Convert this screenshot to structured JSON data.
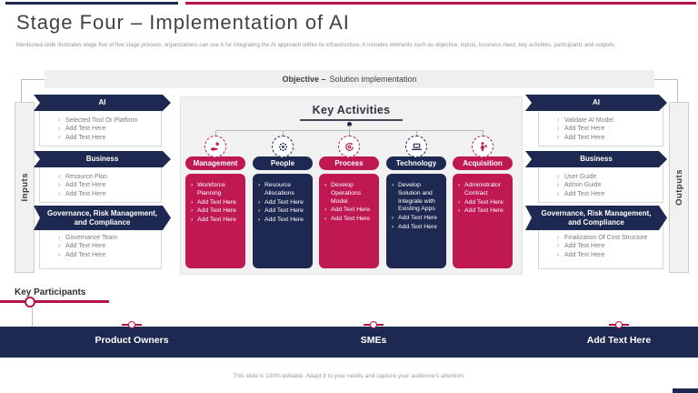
{
  "slide": {
    "title": "Stage Four – Implementation of AI",
    "subtitle": "Mentioned slide illustrates stage five of five stage process, organizations can use it for integrating the AI approach within its infrastructure. It includes elements such as objective, inputs, business need, key activities, participants and outputs.",
    "footer": "This slide is 100% editable. Adapt it to your needs and capture your audience's attention."
  },
  "objective": {
    "label": "Objective –",
    "value": "Solution implementation"
  },
  "inputs": {
    "label": "Inputs",
    "sections": [
      {
        "title": "AI",
        "items": [
          "Selected Tool Or Platform",
          "Add Text Here",
          "Add Text Here"
        ]
      },
      {
        "title": "Business",
        "items": [
          "Resource Plan",
          "Add Text Here",
          "Add Text Here"
        ]
      },
      {
        "title": "Governance, Risk Management, and Compliance",
        "items": [
          "Governance Team",
          "Add Text Here",
          "Add Text Here"
        ]
      }
    ]
  },
  "outputs": {
    "label": "Outputs",
    "sections": [
      {
        "title": "AI",
        "items": [
          "Validate AI Model",
          "Add Text Here",
          "Add Text Here"
        ]
      },
      {
        "title": "Business",
        "items": [
          "User Guide",
          "Admin Guide",
          "Add Text Here"
        ]
      },
      {
        "title": "Governance, Risk Management, and Compliance",
        "items": [
          "Finalization Of Cost Structure",
          "Add Text Here",
          "Add Text Here"
        ]
      }
    ]
  },
  "key_activities": {
    "title": "Key Activities",
    "columns": [
      {
        "label": "Management",
        "icon": "hand-coins-icon",
        "color": "crimson",
        "items": [
          "Workforce Planning",
          "Add Text Here",
          "Add Text Here",
          "Add Text Here"
        ]
      },
      {
        "label": "People",
        "icon": "people-group-icon",
        "color": "navy",
        "items": [
          "Resource Allocations",
          "Add Text Here",
          "Add Text Here",
          "Add Text Here"
        ]
      },
      {
        "label": "Process",
        "icon": "process-cycle-icon",
        "color": "crimson",
        "items": [
          "Develop Operations Model",
          "Add Text Here",
          "Add Text Here"
        ]
      },
      {
        "label": "Technology",
        "icon": "laptop-icon",
        "color": "navy",
        "items": [
          "Develop Solution and Integrate with Existing Apps",
          "Add Text Here",
          "Add Text Here"
        ]
      },
      {
        "label": "Acquisition",
        "icon": "announcer-person-icon",
        "color": "crimson",
        "items": [
          "Administrator Contract",
          "Add Text Here",
          "Add Text Here"
        ]
      }
    ]
  },
  "key_participants": {
    "title": "Key Participants",
    "items": [
      "Product Owners",
      "SMEs",
      "Add Text Here"
    ]
  },
  "colors": {
    "navy": "#1e2951",
    "crimson": "#c01853",
    "accent_line": "#b5134b",
    "panel_gray": "#f1f1f1"
  }
}
